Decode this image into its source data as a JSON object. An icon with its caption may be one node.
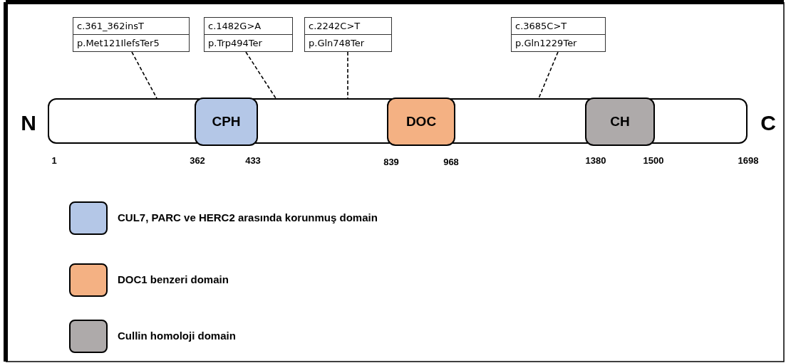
{
  "diagram": {
    "nodes": [
      {
        "text": [],
        "shape": "bar"
      },
      {
        "text": [
          "CPH"
        ],
        "in": 0
      },
      {
        "text": [
          "DOC"
        ],
        "in": 0
      },
      {
        "text": [
          "CH"
        ],
        "in": 0
      },
      {
        "text": [
          "c.361_362insT",
          "p.Met121IlefsTer5"
        ]
      },
      {
        "text": [
          "c.1482G>A",
          "p.Trp494Ter"
        ]
      },
      {
        "text": [
          "c.2242C>T",
          "p.Gln748Ter"
        ]
      },
      {
        "text": [
          "c.3685C>T",
          "p.Gln1229Ter"
        ]
      }
    ],
    "edges": [
      {
        "from": 4,
        "to": 0,
        "arrow": "none",
        "style": "dashed"
      },
      {
        "from": 5,
        "to": 0,
        "arrow": "none",
        "style": "dashed"
      },
      {
        "from": 6,
        "to": 0,
        "arrow": "none",
        "style": "dashed"
      },
      {
        "from": 7,
        "to": 0,
        "arrow": "none",
        "style": "dashed"
      }
    ],
    "labels": [
      "N",
      "C",
      "1",
      "362",
      "433",
      "839",
      "968",
      "1380",
      "1500",
      "1698"
    ],
    "legend": [
      {
        "text": "CUL7, PARC ve HERC2 arasında korunmuş domain",
        "color": "#b4c7e7"
      },
      {
        "text": "DOC1 benzeri domain",
        "color": "#f4b183"
      },
      {
        "text": "Cullin homoloji domain",
        "color": "#aeaaaa"
      }
    ]
  }
}
